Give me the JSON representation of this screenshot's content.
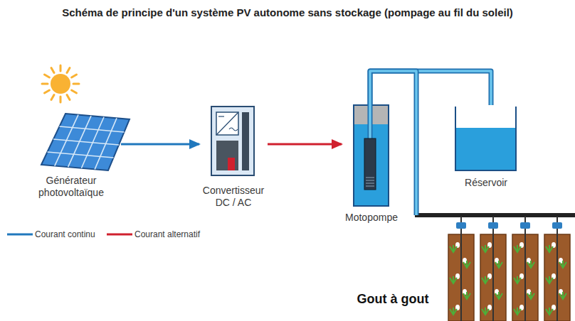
{
  "diagram": {
    "title": "Schéma de principe d'un système PV autonome sans stockage (pompage au fil du soleil)",
    "nodes": [
      {
        "text": [
          "Générateur photovoltaïque"
        ]
      },
      {
        "text": [
          "Convertisseur DC / AC"
        ]
      },
      {
        "text": [
          "Motopompe"
        ]
      },
      {
        "text": [
          "Réservoir"
        ]
      },
      {
        "text": [
          "Gout à gout"
        ]
      }
    ],
    "edges": [
      {
        "from": 0,
        "to": 1,
        "arrow": "to"
      },
      {
        "from": 1,
        "to": 2,
        "arrow": "to"
      },
      {
        "from": 2,
        "to": 3,
        "arrow": "none"
      },
      {
        "from": 2,
        "to": 4,
        "arrow": "none"
      }
    ],
    "legend": [
      {
        "text": "Courant continu"
      },
      {
        "text": "Courant alternatif"
      }
    ]
  }
}
